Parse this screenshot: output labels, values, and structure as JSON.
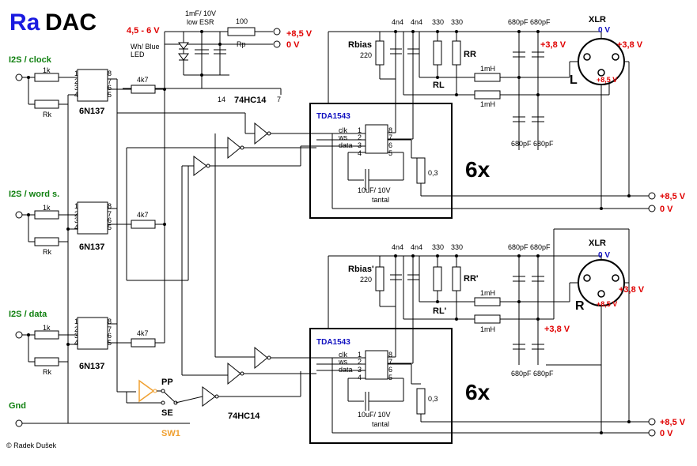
{
  "title": {
    "part1": "Ra",
    "part2": "DAC"
  },
  "colors": {
    "title_blue": "#1a1ae0",
    "supply_red": "#e00000",
    "input_green": "#108010",
    "chip_blue": "#1010c0",
    "switch_orange": "#f0a030"
  },
  "copyright": "© Radek Dušek",
  "inputs": {
    "clock": "I2S / clock",
    "word": "I2S / word s.",
    "data": "I2S / data",
    "gnd": "Gnd"
  },
  "resistors": {
    "r1k": "1k",
    "rk": "Rk",
    "r4k7": "4k7",
    "r100": "100",
    "rp": "Rp",
    "rbias": "Rbias",
    "rbias2": "Rbias'",
    "r220": "220",
    "r330": "330",
    "rr": "RR",
    "rr2": "RR'",
    "rl": "RL",
    "rl2": "RL'",
    "r03": "0,3"
  },
  "caps": {
    "c4n4": "4n4",
    "c680": "680pF",
    "cel": "1mF/ 10V",
    "lowesr": "low ESR",
    "c10u": "10uF/ 10V",
    "tantal": "tantal"
  },
  "inductor": "1mH",
  "chips": {
    "optocoupler": "6N137",
    "schmitt": "74HC14",
    "dac": "TDA1543",
    "times6": "6x",
    "pin14": "14",
    "pin7": "7"
  },
  "led": {
    "line1": "Wh/ Blue",
    "line2": "LED"
  },
  "dac_pins": {
    "clk": "clk",
    "ws": "ws",
    "data": "data",
    "p1": "1",
    "p2": "2",
    "p3": "3",
    "p4": "4",
    "p5": "5",
    "p6": "6",
    "p7": "7",
    "p8": "8"
  },
  "opto_pins": {
    "p1": "1",
    "p2": "2",
    "p3": "3",
    "p4": "4",
    "p5": "5",
    "p6": "6",
    "p7": "7",
    "p8": "8"
  },
  "supply": {
    "vin": "4,5 - 6 V",
    "v85": "+8,5 V",
    "v0": "0 V",
    "v38": "+3,8 V"
  },
  "xlr": {
    "label": "XLR",
    "left": "L",
    "right": "R"
  },
  "switch": {
    "pp": "PP",
    "se": "SE",
    "name": "SW1"
  }
}
